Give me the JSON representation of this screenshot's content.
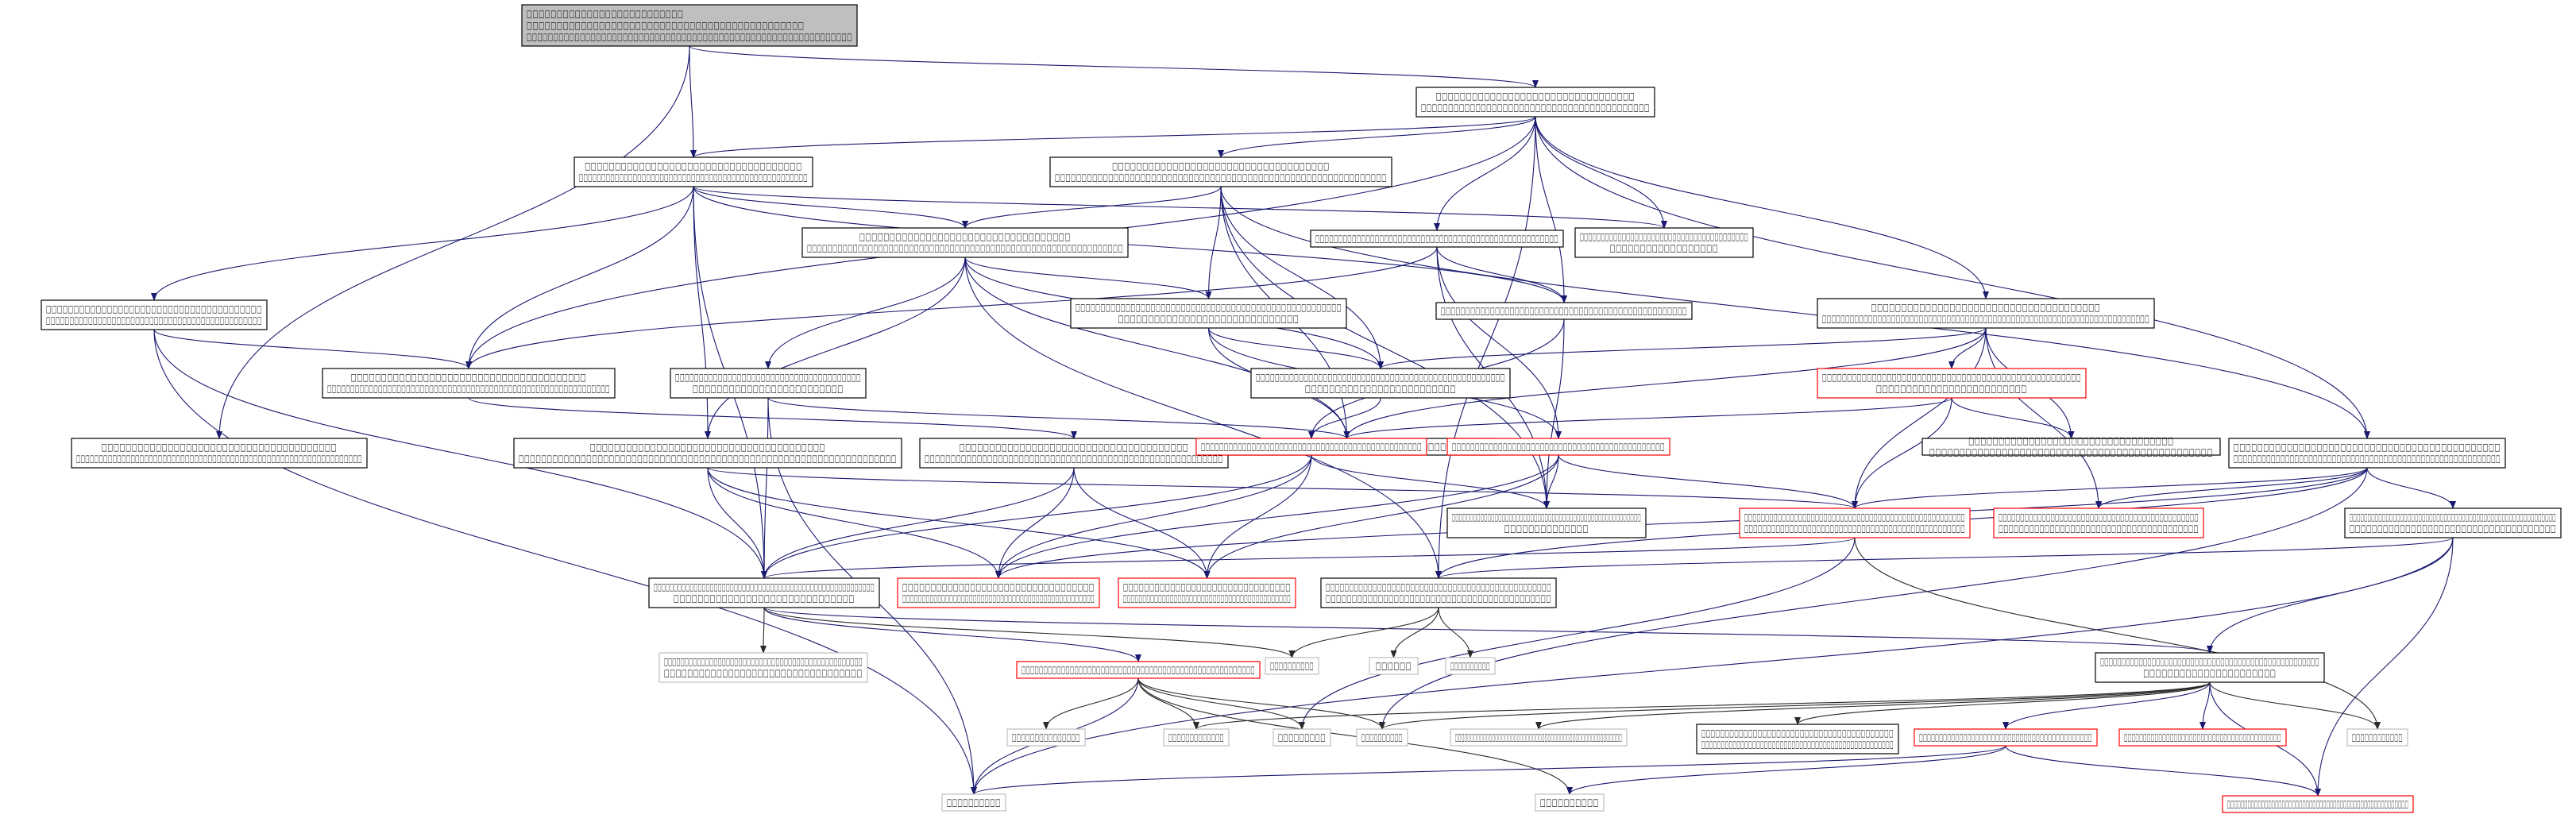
{
  "diagram": {
    "nodes": [
      {
        "id": "root",
        "style": "root",
        "lines": [
          "□□□□□□□□□□□□□□□□□□□□□□□□□□",
          "□□□□□□□□□□□□□□□□□□□□□□□□□□□□□□□□□□□□□□□□□□□□□□",
          "□□□□□□□□□□□□□□□□□□□□□□□□□□□□□□□□□□□□□□□□□□□□□□□□□□□□□□□□□□□□□"
        ]
      },
      {
        "id": "n_top",
        "style": "black",
        "lines": [
          "□□□□□□□□□□□□□□□□□□□□□□□□□□□□□□□□□",
          "□□□□□□□□□□□□□□□□□□□□□□□□□□□□□□□□□□□□□□□□□□"
        ]
      },
      {
        "id": "n_left1",
        "style": "black",
        "lines": [
          "□□□□□□□□□□□□□□□□□□□□□□□□□□□□□□□□□□□□",
          "□□□□□□□□□□□□□□□□□□□□□□□□□□□□□□□□□□□□□□□□□□□□□□□□□□□"
        ]
      },
      {
        "id": "n_mid1",
        "style": "black",
        "lines": [
          "□□□□□□□□□□□□□□□□□□□□□□□□□□□□□□□□□□□□",
          "□□□□□□□□□□□□□□□□□□□□□□□□□□□□□□□□□□□□□□□□□□□□□□□□□□□□□□□□□□□□□□"
        ]
      },
      {
        "id": "n_a",
        "style": "black",
        "lines": [
          "□□□□□□□□□□□□□□□□□□□□□□□□□□□□□□□□□□□",
          "□□□□□□□□□□□□□□□□□□□□□□□□□□□□□□□□□□□□□□□□□□□□□□□□□□□□□□□□□□□□□□"
        ]
      },
      {
        "id": "n_b",
        "style": "black",
        "lines": [
          "□□□□□□□□□□□□□□□□□□□□□□□□□□□□□□□□□□□□□□□□□□□□□□□□□□□□□"
        ]
      },
      {
        "id": "n_c",
        "style": "black",
        "lines": [
          "□□□□□□□□□□□□□□□□□□□□□□□□□□□□□□□□□□□□□□□□",
          "□□□□□□□□□□□□□□□□□□"
        ]
      },
      {
        "id": "n_left2",
        "style": "black",
        "lines": [
          "□□□□□□□□□□□□□□□□□□□□□□□□□□□□□□□□□□□□□□□",
          "□□□□□□□□□□□□□□□□□□□□□□□□□□□□□□□□□□□□□□□□□□□□□□"
        ]
      },
      {
        "id": "n_d",
        "style": "black",
        "lines": [
          "□□□□□□□□□□□□□□□□□□□□□□□□□□□□□□□□□□□□□□□□□□□□□□□□□□□□□",
          "□□□□□□□□□□□□□□□□□□□□□□□□□□□□□□"
        ]
      },
      {
        "id": "n_e",
        "style": "black",
        "lines": [
          "□□□□□□□□□□□□□□□□□□□□□□□□□□□□□□□□□□□□□□□□□□□□□□□□□□"
        ]
      },
      {
        "id": "n_f",
        "style": "black",
        "lines": [
          "□□□□□□□□□□□□□□□□□□□□□□□□□□□□□□□□□□□□□□",
          "□□□□□□□□□□□□□□□□□□□□□□□□□□□□□□□□□□□□□□□□□□□□□□□□□□□□□□□□□□□□□□□□□□□□□□□"
        ]
      },
      {
        "id": "n_g",
        "style": "black",
        "lines": [
          "□□□□□□□□□□□□□□□□□□□□□□□□□□□□□□□□□□□□□□□",
          "□□□□□□□□□□□□□□□□□□□□□□□□□□□□□□□□□□□□□□□□□□□□□□□□□□□□□□□□□□□□□"
        ]
      },
      {
        "id": "n_h",
        "style": "black",
        "lines": [
          "□□□□□□□□□□□□□□□□□□□□□□□□□□□□□□□□□□□□□□□",
          "□□□□□□□□□□□□□□□□□□□□□□□□□"
        ]
      },
      {
        "id": "n_i",
        "style": "black",
        "lines": [
          "□□□□□□□□□□□□□□□□□□□□□□□□□□□□□□□□□□□□□□□□□□□□□□□□□□□□",
          "□□□□□□□□□□□□□□□□□□□□□□□□□"
        ]
      },
      {
        "id": "n_j",
        "style": "red",
        "lines": [
          "□□□□□□□□□□□□□□□□□□□□□□□□□□□□□□□□□□□□□□□□□□□□□□□□□□□□",
          "□□□□□□□□□□□□□□□□□□□□□□□□□"
        ]
      },
      {
        "id": "n_k",
        "style": "black",
        "lines": [
          "□□□□□□□□□□□□□□□□□□□□□□□□□□□□□□□□□□□□□□□□□□□□□"
        ]
      },
      {
        "id": "n_l",
        "style": "black",
        "lines": [
          "□□□□□□□□□□□□□□□□□□□□□□□□□□□□□□□□□□□□□□□",
          "□□□□□□□□□□□□□□□□□□□□□□□□□□□□□□□□□□□□□□□□□□□□□□□□□□□□□□□□□□□□□□□"
        ]
      },
      {
        "id": "n_m",
        "style": "black",
        "lines": [
          "□□□□□□□□□□□□□□□□□□□□□□□□□□□□□□□□□□□□□□□",
          "□□□□□□□□□□□□□□□□□□□□□□□□□□□□□□□□□□□□□□□□□□□□□□□□□□□□□□□□□□□□□□□□□□□"
        ]
      },
      {
        "id": "n_n",
        "style": "black",
        "lines": [
          "□□□□□□□□□□□□□□□□□□□□□□□□□□□□□□□□□□□□□□",
          "□□□□□□□□□□□□□□□□□□□□□□□□□□□□□□□□□□□□□□□□□□□□□□□□□□□□□□□□□"
        ]
      },
      {
        "id": "n_o",
        "style": "black",
        "lines": [
          "□□□□□□□□□□□□□□□□□□□□□□□□□□□□□□□□□□",
          "□□□□□□□□□□□□□□□□□□□□□□□□□□□□□□□□□□□□□□□□□□□□□□□"
        ]
      },
      {
        "id": "n_p",
        "style": "black",
        "lines": [
          "□□□□□□□□□□□□□□□□□□□□□□□□□□□□□□□□□□□□□□□□□□□□□",
          "□□□□□□□□□□□□□□□□□□□□□□□□□□□□□□□□□□□□□□□□□□□□□□□□□□□□□□□□□"
        ]
      },
      {
        "id": "n_q",
        "style": "red",
        "lines": [
          "□□□□□□□□□□□□□□□□□□□□□□□□□□□□□□□□□□□□□□□□□□□□□□□□"
        ]
      },
      {
        "id": "n_r",
        "style": "red",
        "lines": [
          "□□□□□□□□□□□□□□□□□□□□□□□□□□□□□□□□□□□□□□□□□□□□□□"
        ]
      },
      {
        "id": "n_s",
        "style": "black",
        "lines": [
          "□□□□□□□□□□□□□□□□□□□□□□□□□□□□□□□□□□□□□□□□□□□□□□□□□□□□□",
          "□□□□□□□□□□□□□□"
        ]
      },
      {
        "id": "n_t",
        "style": "red",
        "lines": [
          "□□□□□□□□□□□□□□□□□□□□□□□□□□□□□□□□□□□□□□□□□□□□□□□□□□□□□",
          "□□□□□□□□□□□□□□□□□□□□□□□□□□□□□□□□□□□□□□□□□□□□□□□□□"
        ]
      },
      {
        "id": "n_u",
        "style": "red",
        "lines": [
          "□□□□□□□□□□□□□□□□□□□□□□□□□□□□□□□□□□□□□□□□□□□□□□",
          "□□□□□□□□□□□□□□□□□□□□□□□□□□□□□□□□□□□□□□□"
        ]
      },
      {
        "id": "n_v",
        "style": "black",
        "lines": [
          "□□□□□□□□□□□□□□□□□□□□□□□□□□□□□□□□□□□□□□□□□□□□□□□□□□□□□□□□□",
          "□□□□□□□□□□□□□□□□□□□□□□□□□□□□□□□□□□□□□"
        ]
      },
      {
        "id": "n_hub",
        "style": "black",
        "lines": [
          "□□□□□□□□□□□□□□□□□□□□□□□□□□□□□□□□□□□□□□□□□□□□□□□□□□□□□□□",
          "□□□□□□□□□□□□□□□□□□□□□□□□□□□□□□"
        ]
      },
      {
        "id": "n_w",
        "style": "red",
        "lines": [
          "□□□□□□□□□□□□□□□□□□□□□□□□□□□□□□□□□□",
          "□□□□□□□□□□□□□□□□□□□□□□□□□□□□□□□□□□□□□□□□□□□□□□□□□"
        ]
      },
      {
        "id": "n_x",
        "style": "red",
        "lines": [
          "□□□□□□□□□□□□□□□□□□□□□□□□□□□□□□□□",
          "□□□□□□□□□□□□□□□□□□□□□□□□□□□□□□□□□□□□□□□□□□□"
        ]
      },
      {
        "id": "n_y",
        "style": "black",
        "lines": [
          "□□□□□□□□□□□□□□□□□□□□□□□□□□□□□□□□□□□□□□□□□□□□□□□□",
          "□□□□□□□□□□□□□□□□□□□□□□□□□□□□□□□□□□□□□□□□□□□"
        ]
      },
      {
        "id": "g1",
        "style": "grey",
        "lines": [
          "□□□□□□□□□□□□□□□□□□□□□□□□□□□□□□□□□□□□□□□□□□□□□□□□",
          "□□□□□□□□□□□□□□□□□□□□□□□□□□□□□□□□□□"
        ]
      },
      {
        "id": "n_z",
        "style": "red",
        "lines": [
          "□□□□□□□□□□□□□□□□□□□□□□□□□□□□□□□□□□□□□□□□□□□□□□□□□□□□□"
        ]
      },
      {
        "id": "g2",
        "style": "grey",
        "lines": [
          "□□□□□□□□□□"
        ]
      },
      {
        "id": "g3",
        "style": "grey",
        "lines": [
          "□□□□□□"
        ]
      },
      {
        "id": "g4",
        "style": "grey",
        "lines": [
          "□□□□□□□□□□"
        ]
      },
      {
        "id": "n_aa",
        "style": "black",
        "lines": [
          "□□□□□□□□□□□□□□□□□□□□□□□□□□□□□□□□□□□□□□□□□□□□□□□□□□□",
          "□□□□□□□□□□□□□□□□□□□□□□"
        ]
      },
      {
        "id": "g5",
        "style": "grey",
        "lines": [
          "□□□□□□□□□□□□□□□"
        ]
      },
      {
        "id": "g6",
        "style": "grey",
        "lines": [
          "□□□□□□□□□□□□□"
        ]
      },
      {
        "id": "g7",
        "style": "grey",
        "lines": [
          "□□□□□□□□□"
        ]
      },
      {
        "id": "g8",
        "style": "grey",
        "lines": [
          "□□□□□□□□□□"
        ]
      },
      {
        "id": "g9",
        "style": "grey",
        "lines": [
          "□□□□□□□□□□□□□□□□□□□□□□□□□□□□□□□□□□□□□□□□□□□□□□□□□□□□□□"
        ]
      },
      {
        "id": "n_bb",
        "style": "black",
        "lines": [
          "□□□□□□□□□□□□□□□□□□□□□□□□□□□□□□□□□□□□□□□□□",
          "□□□□□□□□□□□□□□□□□□□□□□□□□□□□□□□□□□□□□□□□□□□□□□□□□"
        ]
      },
      {
        "id": "n_cc",
        "style": "red",
        "lines": [
          "□□□□□□□□□□□□□□□□□□□□□□□□□□□□□□□□□□□□□□□□□□□"
        ]
      },
      {
        "id": "n_dd",
        "style": "red",
        "lines": [
          "□□□□□□□□□□□□□□□□□□□□□□□□□□□□□□□□□□□□□□□□□"
        ]
      },
      {
        "id": "g10",
        "style": "grey",
        "lines": [
          "□□□□□□□□□□□□"
        ]
      },
      {
        "id": "g11",
        "style": "grey",
        "lines": [
          "□□□□□□□□□□"
        ]
      },
      {
        "id": "g12",
        "style": "grey",
        "lines": [
          "□□□□□□□□□□"
        ]
      },
      {
        "id": "n_ee",
        "style": "red",
        "lines": [
          "□□□□□□□□□□□□□□□□□□□□□□□□□□□□□□□□□□□□□□□□□□□□□□□□□□□□□"
        ]
      }
    ]
  },
  "colors": {
    "edge": "#191970",
    "edge_dark": "#2a2a2a",
    "node_border_black": "#000000",
    "node_border_red": "#ff0000",
    "node_border_grey": "#bfbfbf",
    "root_fill": "#bfbfbf",
    "node_fill": "#ffffff"
  }
}
